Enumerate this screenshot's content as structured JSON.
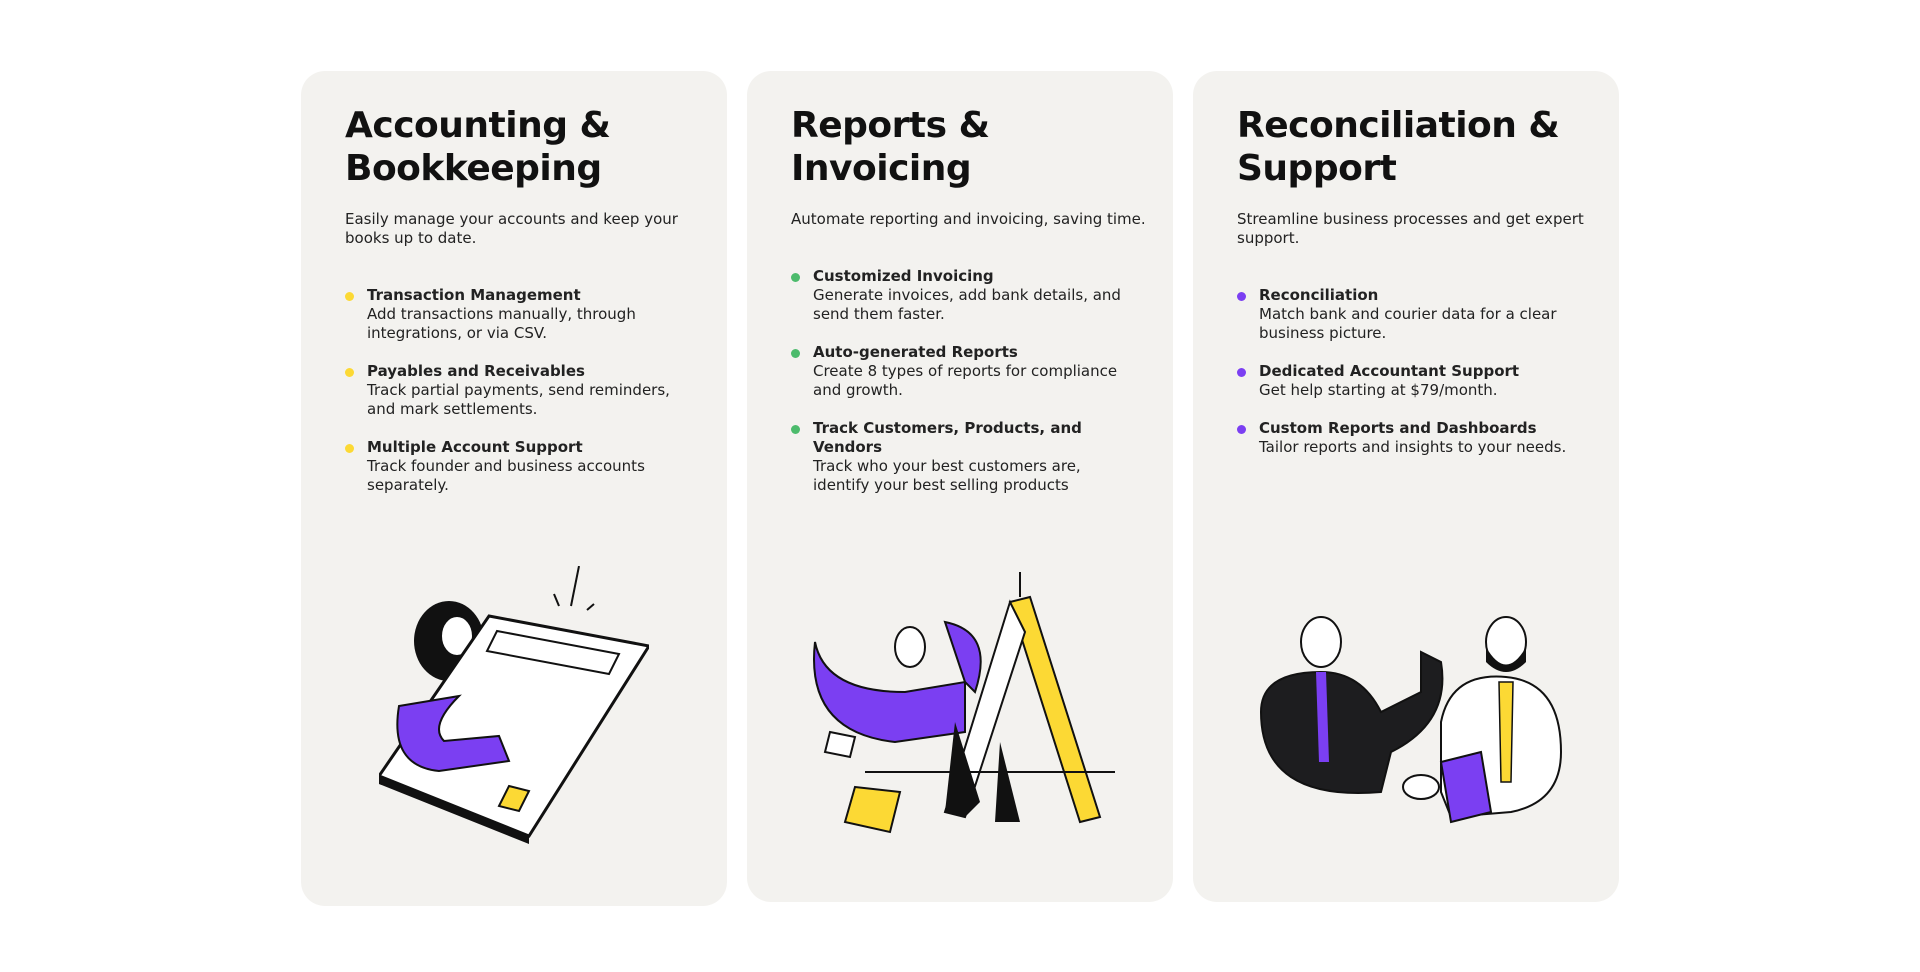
{
  "cards": [
    {
      "title_line1": "Accounting &",
      "title_line2": "Bookkeeping",
      "description": "Easily manage your accounts and keep your books up to date.",
      "bullet_color": "#fcd934",
      "items": [
        {
          "title": "Transaction Management",
          "body": "Add transactions manually, through integrations, or via CSV."
        },
        {
          "title": "Payables and Receivables",
          "body": "Track partial payments, send reminders, and mark settlements."
        },
        {
          "title": "Multiple Account Support",
          "body": "Track founder and business accounts separately."
        }
      ]
    },
    {
      "title_line1": "Reports &",
      "title_line2": "Invoicing",
      "description": "Automate reporting and invoicing, saving time.",
      "bullet_color": "#4cbb6c",
      "items": [
        {
          "title": "Customized Invoicing",
          "body": "Generate invoices, add bank details, and send them faster."
        },
        {
          "title": "Auto-generated Reports",
          "body": "Create 8 types of reports for compliance and growth."
        },
        {
          "title": "Track Customers, Products, and Vendors",
          "body": "Track who your best customers are, identify your best selling products"
        }
      ]
    },
    {
      "title_line1": "Reconciliation &",
      "title_line2": "Support",
      "description": "Streamline business processes and get expert support.",
      "bullet_color": "#7b3ff2",
      "items": [
        {
          "title": "Reconciliation",
          "body": "Match bank and courier data for a clear business picture."
        },
        {
          "title": "Dedicated Accountant Support",
          "body": "Get help starting at $79/month."
        },
        {
          "title": "Custom Reports and Dashboards",
          "body": "Tailor reports and insights to your needs."
        }
      ]
    }
  ],
  "colors": {
    "purple": "#7b3ff2",
    "yellow": "#fcd934",
    "card_bg": "#f3f2ef"
  }
}
